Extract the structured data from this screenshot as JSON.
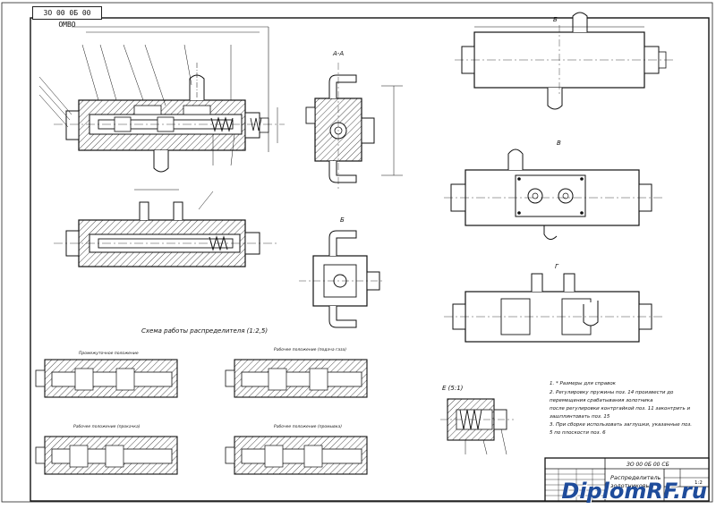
{
  "drawing_code": "ЗО 00 0Б 00 ОМВО",
  "views": {
    "section_aa": "А-А",
    "view_b": "Б",
    "view_v": "В",
    "view_g": "Г",
    "view_e": "Е (5:1)"
  },
  "scheme_title": "Схема работы распределителя (1:2,5)",
  "scheme_captions": [
    "Промежуточное положение",
    "Рабочее положение (подача газа)",
    "Рабочее положение (прокачка)",
    "Рабочее положение (промывка)"
  ],
  "notes": [
    "1. * Размеры для справок",
    "2. Регулировку пружины поз. 14 произвести до",
    "перемещения срабатывания золотника",
    "после регулировки контргайкой поз. 11 законтрить и",
    "зашплинтовать поз. 15",
    "3. При сборке использовать заглушки, указанные поз.",
    "5 по плоскости поз. 6"
  ],
  "title_block": {
    "designation": "ЗО 00 0Б 00 СБ",
    "name_line1": "Распределитель",
    "name_line2": "золотниковый",
    "scale": "1:2"
  },
  "watermark": {
    "part1": "Diplom",
    "part2": "RF",
    "part3": ".ru"
  }
}
